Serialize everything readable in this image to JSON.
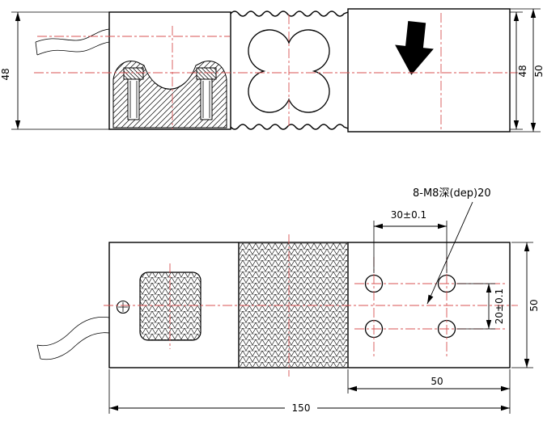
{
  "colors": {
    "centerline": "#d85353",
    "outline": "#000000"
  },
  "side_view": {
    "dim_height_left": "48",
    "dim_height_right": "48",
    "dim_height_overall": "50"
  },
  "plan_view": {
    "thread_callout": "8-M8深(dep)20",
    "dim_hole_pitch_x": "30±0.1",
    "dim_hole_pitch_y": "20±0.1",
    "dim_overall_width": "50",
    "dim_block_length": "50",
    "dim_total_length": "150"
  }
}
